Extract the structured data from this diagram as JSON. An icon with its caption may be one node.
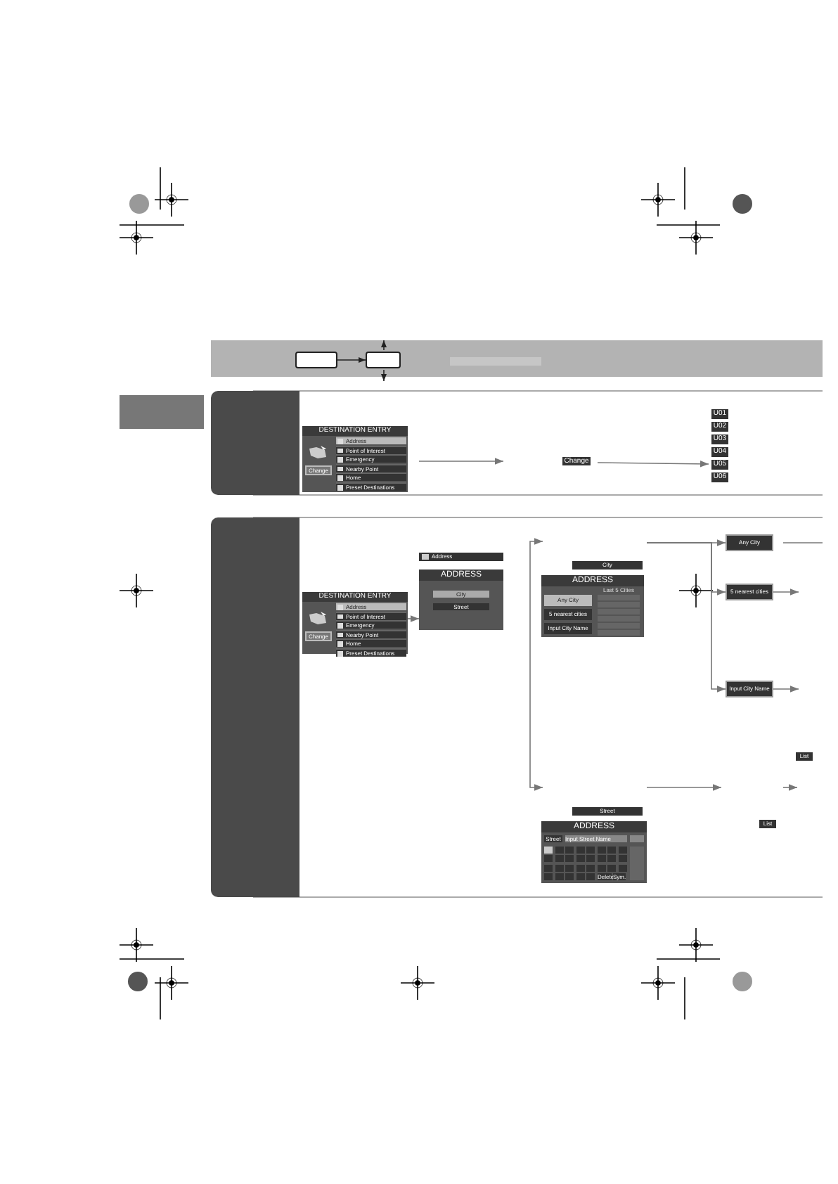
{
  "diagram": {
    "nodes": [
      {
        "text": [],
        "shape": "box"
      },
      {
        "text": [],
        "shape": "box"
      },
      {
        "text": [
          "DESTINATION ENTRY",
          "Address",
          "Point of Interest",
          "Emergency",
          "Nearby Point",
          "Home",
          "Preset Destinations",
          "Change"
        ]
      },
      {
        "text": [
          "Change"
        ]
      },
      {
        "text": [
          "U01"
        ]
      },
      {
        "text": [
          "U02"
        ]
      },
      {
        "text": [
          "U03"
        ]
      },
      {
        "text": [
          "U04"
        ]
      },
      {
        "text": [
          "U05"
        ]
      },
      {
        "text": [
          "U06"
        ]
      },
      {
        "text": [
          "DESTINATION ENTRY",
          "Address",
          "Point of Interest",
          "Emergency",
          "Nearby Point",
          "Home",
          "Preset Destinations",
          "Change"
        ]
      },
      {
        "text": [
          "ADDRESS",
          "City",
          "Street"
        ],
        "beside": [
          "Address"
        ]
      },
      {
        "text": [
          "ADDRESS",
          "Last 5 Cities",
          "Any City",
          "5 nearest cities",
          "Input City Name"
        ],
        "beside": [
          "City"
        ]
      },
      {
        "text": [
          "Any City"
        ]
      },
      {
        "text": [
          "5 nearest cities"
        ]
      },
      {
        "text": [
          "Input City Name"
        ]
      },
      {
        "text": [
          "ADDRESS",
          "Street",
          "Input Street Name",
          "Delete",
          "Sym."
        ],
        "beside": [
          "Street"
        ]
      },
      {
        "text": [],
        "shape": "bar"
      },
      {
        "text": [],
        "shape": "bar"
      }
    ],
    "edges": [
      {
        "from": 0,
        "to": 1,
        "arrow": "to"
      },
      {
        "from": 2,
        "to": null,
        "arrow": "to"
      },
      {
        "from": 3,
        "to": 8,
        "arrow": "to"
      },
      {
        "from": 10,
        "to": 11,
        "arrow": "to"
      },
      {
        "from": null,
        "to": 13,
        "arrow": "to"
      },
      {
        "from": null,
        "to": 14,
        "arrow": "to"
      },
      {
        "from": null,
        "to": 15,
        "arrow": "to"
      },
      {
        "from": 13,
        "to": null,
        "arrow": "none"
      },
      {
        "from": 14,
        "to": null,
        "arrow": "to"
      },
      {
        "from": 15,
        "to": null,
        "arrow": "to"
      }
    ],
    "labels": [
      "List",
      "List"
    ]
  }
}
